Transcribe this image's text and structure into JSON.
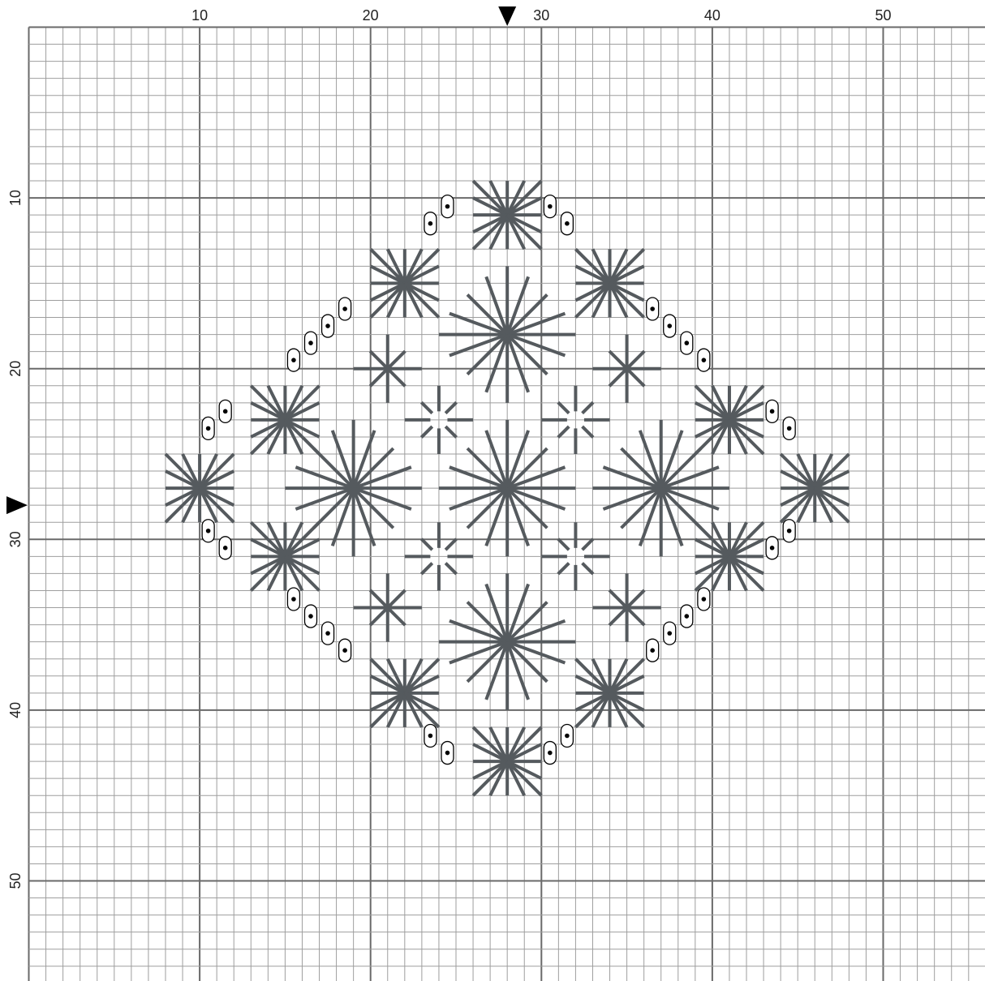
{
  "chart_data": {
    "type": "cross-stitch-chart",
    "axes": {
      "x_ticks": [
        10,
        20,
        30,
        40,
        50
      ],
      "y_ticks": [
        10,
        20,
        30,
        40,
        50
      ],
      "x_range": [
        1,
        56
      ],
      "y_range": [
        1,
        56
      ]
    },
    "center": {
      "x": 28,
      "y": 28
    },
    "colors": {
      "stitch": "#555a5e",
      "grid_minor": "#9e9e9e",
      "grid_major": "#6a6a6a",
      "bead_fill": "#ffffff",
      "bead_dot": "#000000"
    },
    "stitches": {
      "large_eyelets": [
        {
          "x": 28,
          "y": 11
        },
        {
          "x": 22,
          "y": 15
        },
        {
          "x": 34,
          "y": 15
        },
        {
          "x": 15,
          "y": 23
        },
        {
          "x": 41,
          "y": 23
        },
        {
          "x": 10,
          "y": 27
        },
        {
          "x": 46,
          "y": 27
        },
        {
          "x": 15,
          "y": 31
        },
        {
          "x": 41,
          "y": 31
        },
        {
          "x": 22,
          "y": 39
        },
        {
          "x": 34,
          "y": 39
        },
        {
          "x": 28,
          "y": 43
        }
      ],
      "big_stars": [
        {
          "x": 28,
          "y": 18
        },
        {
          "x": 19,
          "y": 27
        },
        {
          "x": 28,
          "y": 27
        },
        {
          "x": 37,
          "y": 27
        },
        {
          "x": 28,
          "y": 36
        }
      ],
      "small_stars": [
        {
          "x": 21,
          "y": 20
        },
        {
          "x": 35,
          "y": 20
        },
        {
          "x": 21,
          "y": 34
        },
        {
          "x": 35,
          "y": 34
        }
      ],
      "open_stars": [
        {
          "x": 24,
          "y": 23
        },
        {
          "x": 32,
          "y": 23
        },
        {
          "x": 24,
          "y": 31
        },
        {
          "x": 32,
          "y": 31
        }
      ],
      "beads": [
        {
          "x": 25,
          "y": 11
        },
        {
          "x": 24,
          "y": 12
        },
        {
          "x": 31,
          "y": 11
        },
        {
          "x": 32,
          "y": 12
        },
        {
          "x": 19,
          "y": 17
        },
        {
          "x": 18,
          "y": 18
        },
        {
          "x": 17,
          "y": 19
        },
        {
          "x": 16,
          "y": 20
        },
        {
          "x": 37,
          "y": 17
        },
        {
          "x": 38,
          "y": 18
        },
        {
          "x": 39,
          "y": 19
        },
        {
          "x": 40,
          "y": 20
        },
        {
          "x": 12,
          "y": 23
        },
        {
          "x": 11,
          "y": 24
        },
        {
          "x": 44,
          "y": 23
        },
        {
          "x": 45,
          "y": 24
        },
        {
          "x": 11,
          "y": 30
        },
        {
          "x": 12,
          "y": 31
        },
        {
          "x": 45,
          "y": 30
        },
        {
          "x": 44,
          "y": 31
        },
        {
          "x": 16,
          "y": 34
        },
        {
          "x": 17,
          "y": 35
        },
        {
          "x": 18,
          "y": 36
        },
        {
          "x": 19,
          "y": 37
        },
        {
          "x": 40,
          "y": 34
        },
        {
          "x": 39,
          "y": 35
        },
        {
          "x": 38,
          "y": 36
        },
        {
          "x": 37,
          "y": 37
        },
        {
          "x": 24,
          "y": 42
        },
        {
          "x": 25,
          "y": 43
        },
        {
          "x": 32,
          "y": 42
        },
        {
          "x": 31,
          "y": 43
        }
      ]
    }
  }
}
